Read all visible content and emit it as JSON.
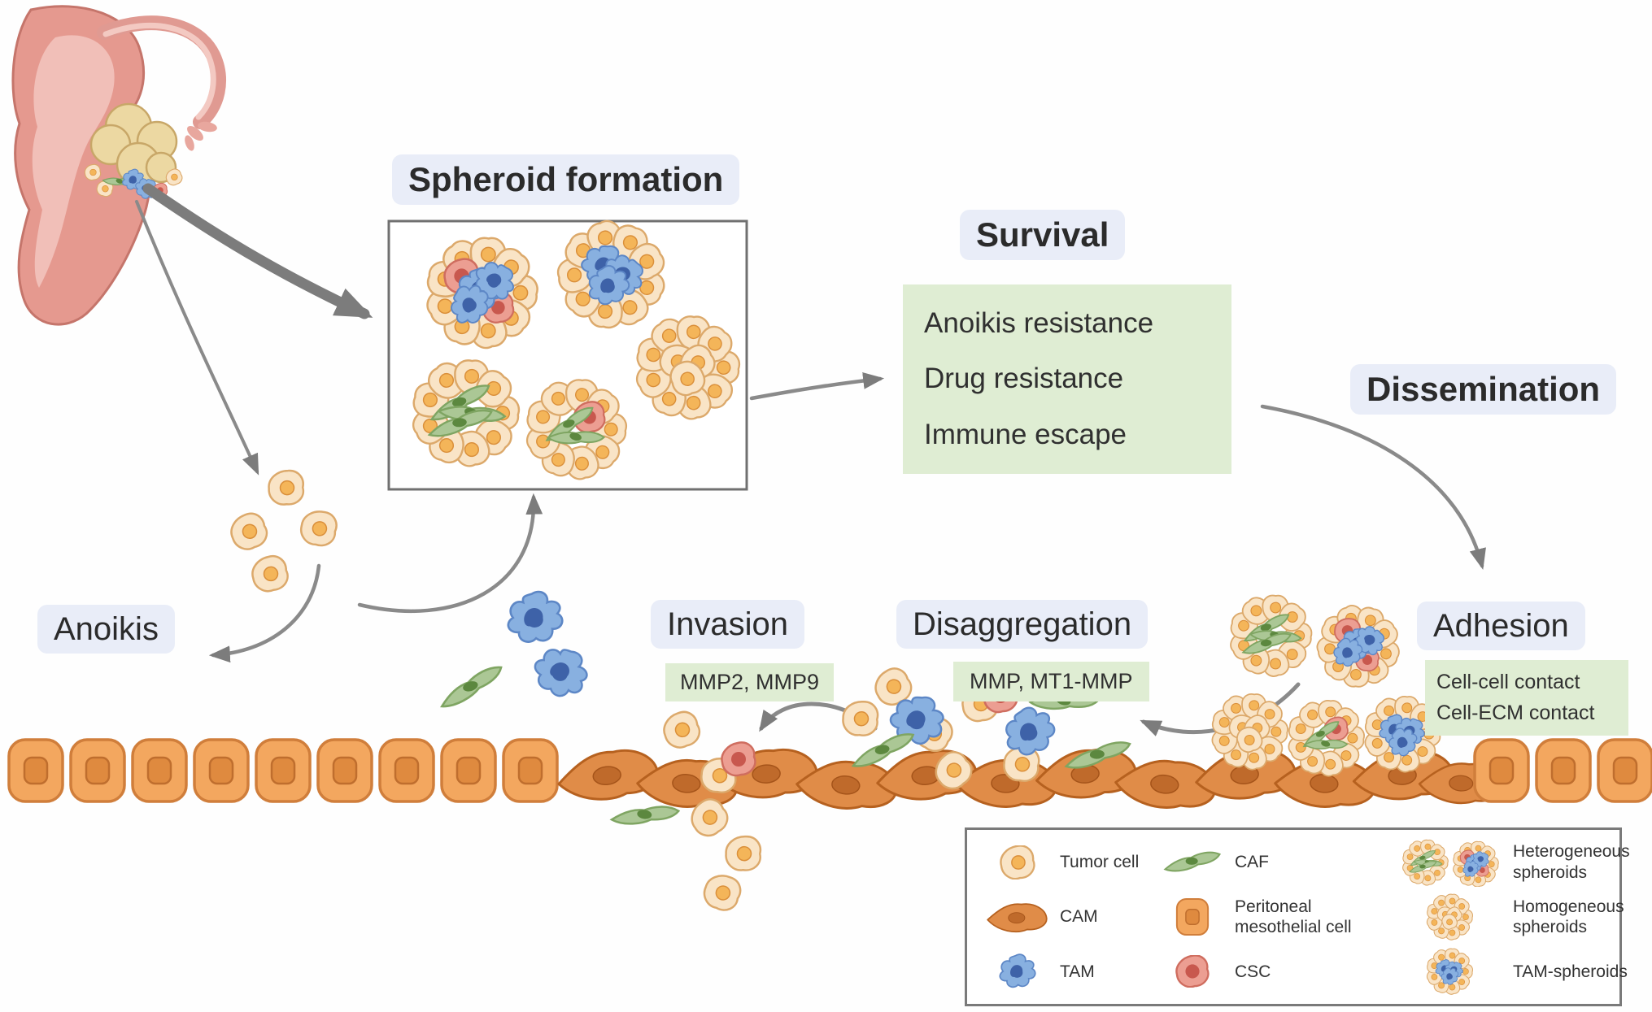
{
  "labels": {
    "spheroid_formation": "Spheroid formation",
    "survival": "Survival",
    "dissemination": "Dissemination",
    "adhesion": "Adhesion",
    "disaggregation": "Disaggregation",
    "invasion": "Invasion",
    "anoikis": "Anoikis"
  },
  "survival_box": {
    "items": [
      "Anoikis resistance",
      "Drug resistance",
      "Immune escape"
    ]
  },
  "adhesion_box": {
    "items": [
      "Cell-cell contact",
      "Cell-ECM contact"
    ]
  },
  "enzyme_boxes": {
    "disaggregation": "MMP, MT1-MMP",
    "invasion": "MMP2, MMP9"
  },
  "legend": {
    "items": [
      {
        "icon": "tumor-cell-icon",
        "label": "Tumor cell"
      },
      {
        "icon": "caf-cell-icon",
        "label": "CAF"
      },
      {
        "icon": "heterogeneous-spheroids-icon",
        "label": "Heterogeneous spheroids"
      },
      {
        "icon": "cam-cell-icon",
        "label": "CAM"
      },
      {
        "icon": "peritoneal-mesothelial-cell-icon",
        "label": "Peritoneal mesothelial cell"
      },
      {
        "icon": "homogeneous-spheroids-icon",
        "label": "Homogeneous spheroids"
      },
      {
        "icon": "tam-cell-icon",
        "label": "TAM"
      },
      {
        "icon": "csc-cell-icon",
        "label": "CSC"
      },
      {
        "icon": "tam-spheroids-icon",
        "label": "TAM-spheroids"
      }
    ]
  },
  "colors": {
    "label_pill_bg": "#e9edf8",
    "green_box_bg": "#dfedd3",
    "arrow": "#7c7c7c",
    "tumor_cell": "#f9e4c6",
    "tumor_nucleus": "#f4b559",
    "tam_cell": "#88b0e0",
    "caf_cell": "#abc795",
    "csc_cell": "#ec9e92",
    "cam_cell": "#e08c48",
    "mesothelial_cell": "#f3a75f",
    "uterus": "#e5998f",
    "primary_tumor": "#ecd8a2"
  }
}
